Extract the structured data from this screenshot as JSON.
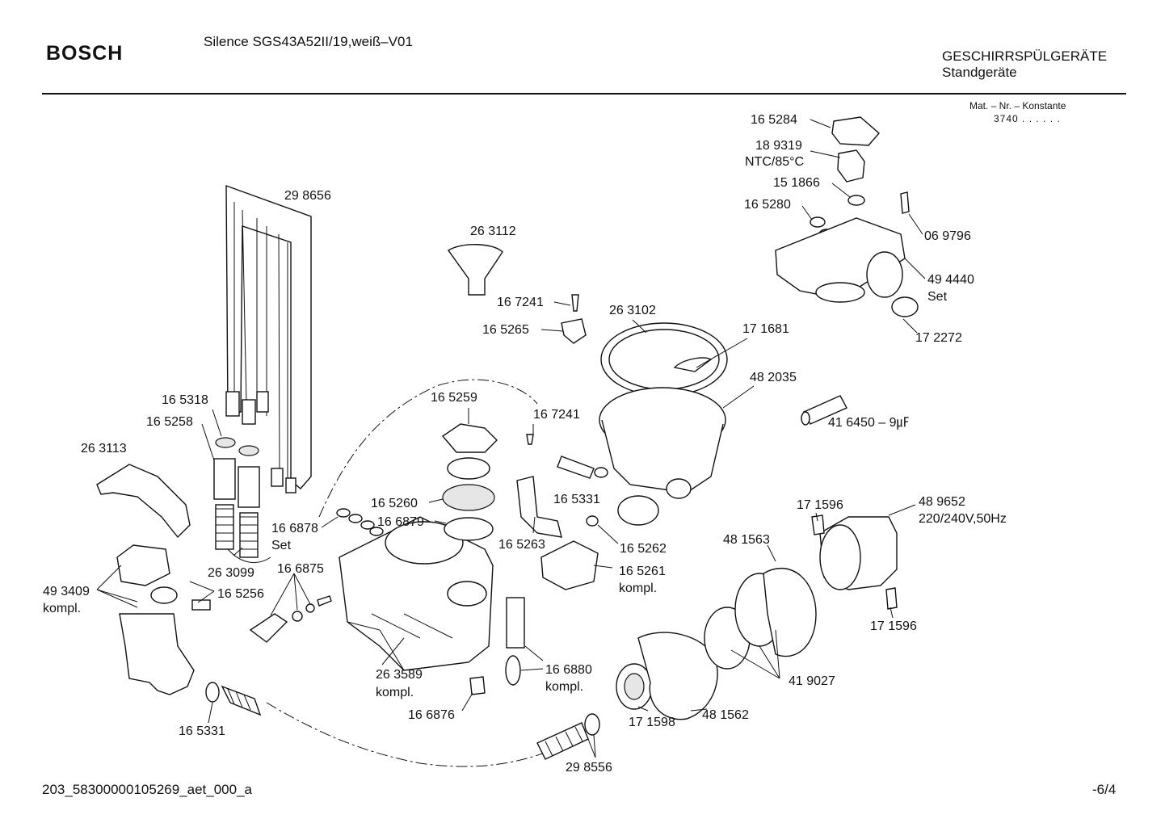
{
  "header": {
    "brand": "BOSCH",
    "model": "Silence SGS43A52II/19,weiß–V01",
    "category_line1": "GESCHIRRSPÜLGERÄTE",
    "category_line2": "Standgeräte",
    "mat_line1": "Mat. – Nr. – Konstante",
    "mat_line2": "3740 . . . . . ."
  },
  "footer": {
    "code": "203_58300000105269_aet_000_a",
    "page": "-6/4"
  },
  "labels": [
    {
      "id": "p298656",
      "line1": "29 8656"
    },
    {
      "id": "p263112",
      "line1": "26 3112"
    },
    {
      "id": "p165284",
      "line1": "16 5284"
    },
    {
      "id": "p189319",
      "line1": "18 9319",
      "line2": "NTC/85°C"
    },
    {
      "id": "p151866",
      "line1": "15 1866"
    },
    {
      "id": "p165280",
      "line1": "16 5280"
    },
    {
      "id": "p069796",
      "line1": "06 9796"
    },
    {
      "id": "p494440",
      "line1": "49 4440",
      "line2": "Set"
    },
    {
      "id": "p172272",
      "line1": "17 2272"
    },
    {
      "id": "p167241a",
      "line1": "16 7241"
    },
    {
      "id": "p165265",
      "line1": "16 5265"
    },
    {
      "id": "p263102",
      "line1": "26 3102"
    },
    {
      "id": "p171681",
      "line1": "17 1681"
    },
    {
      "id": "p482035",
      "line1": "48 2035"
    },
    {
      "id": "p416450",
      "line1": "41 6450 – 9㎌"
    },
    {
      "id": "p165318",
      "line1": "16 5318"
    },
    {
      "id": "p165258",
      "line1": "16 5258"
    },
    {
      "id": "p165259",
      "line1": "16 5259"
    },
    {
      "id": "p167241b",
      "line1": "16 7241"
    },
    {
      "id": "p263113",
      "line1": "26 3113"
    },
    {
      "id": "p165260",
      "line1": "16 5260"
    },
    {
      "id": "p165331a",
      "line1": "16 5331"
    },
    {
      "id": "p166879",
      "line1": "16 6879"
    },
    {
      "id": "p166878",
      "line1": "16 6878",
      "line2": "Set"
    },
    {
      "id": "p165263",
      "line1": "16 5263"
    },
    {
      "id": "p165262",
      "line1": "16 5262"
    },
    {
      "id": "p171596a",
      "line1": "17 1596"
    },
    {
      "id": "p489652",
      "line1": "48 9652",
      "line2": "220/240V,50Hz"
    },
    {
      "id": "p481563",
      "line1": "48 1563"
    },
    {
      "id": "p263099",
      "line1": "26 3099"
    },
    {
      "id": "p166875",
      "line1": "16 6875"
    },
    {
      "id": "p165261",
      "line1": "16 5261",
      "line2": "kompl."
    },
    {
      "id": "p493409",
      "line1": "49 3409",
      "line2": "kompl."
    },
    {
      "id": "p165256",
      "line1": "16 5256"
    },
    {
      "id": "p171596b",
      "line1": "17 1596"
    },
    {
      "id": "p263589",
      "line1": "26 3589",
      "line2": "kompl."
    },
    {
      "id": "p166880",
      "line1": "16 6880",
      "line2": "kompl."
    },
    {
      "id": "p419027",
      "line1": "41 9027"
    },
    {
      "id": "p166876",
      "line1": "16 6876"
    },
    {
      "id": "p171598",
      "line1": "17 1598"
    },
    {
      "id": "p481562",
      "line1": "48 1562"
    },
    {
      "id": "p165331b",
      "line1": "16 5331"
    },
    {
      "id": "p298556",
      "line1": "29 8556"
    }
  ]
}
